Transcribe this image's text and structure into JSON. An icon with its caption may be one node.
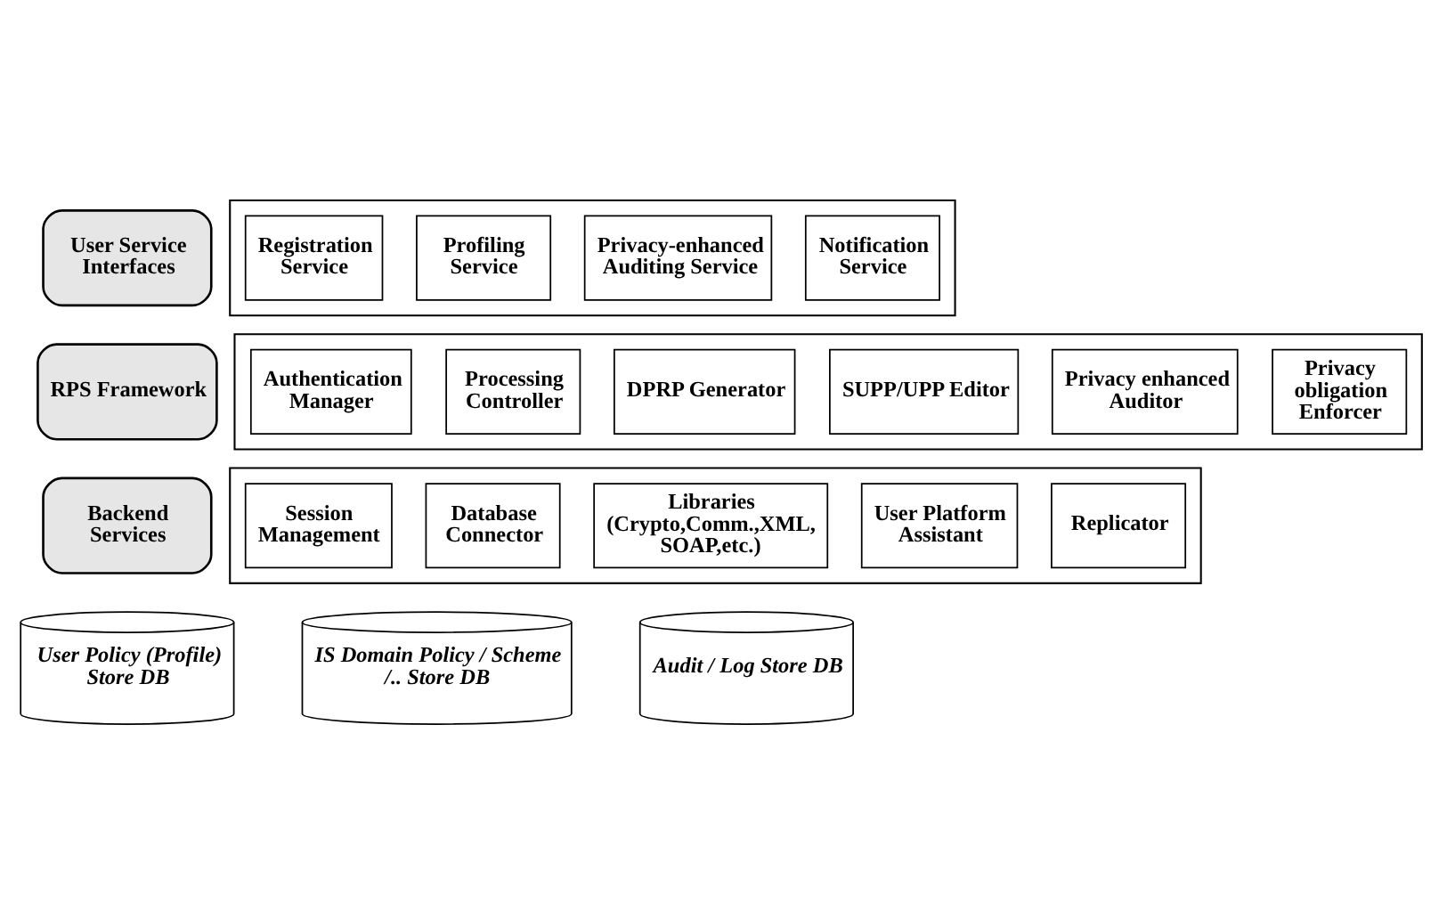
{
  "diagram": {
    "nodes": [
      {
        "text": [
          "User Service Interfaces"
        ]
      },
      {
        "text": [],
        "shape": "box"
      },
      {
        "text": [
          "Registration Service"
        ],
        "in": 1
      },
      {
        "text": [
          "Profiling Service"
        ],
        "in": 1
      },
      {
        "text": [
          "Privacy-enhanced Auditing Service"
        ],
        "in": 1
      },
      {
        "text": [
          "Notification Service"
        ],
        "in": 1
      },
      {
        "text": [
          "RPS Framework"
        ]
      },
      {
        "text": [],
        "shape": "box"
      },
      {
        "text": [
          "Authentication Manager"
        ],
        "in": 7
      },
      {
        "text": [
          "Processing Controller"
        ],
        "in": 7
      },
      {
        "text": [
          "DPRP Generator"
        ],
        "in": 7
      },
      {
        "text": [
          "SUPP/UPP Editor"
        ],
        "in": 7
      },
      {
        "text": [
          "Privacy enhanced Auditor"
        ],
        "in": 7
      },
      {
        "text": [
          "Privacy obligation Enforcer"
        ],
        "in": 7
      },
      {
        "text": [
          "Backend Services"
        ]
      },
      {
        "text": [],
        "shape": "box"
      },
      {
        "text": [
          "Session Management"
        ],
        "in": 15
      },
      {
        "text": [
          "Database Connector"
        ],
        "in": 15
      },
      {
        "text": [
          "Libraries (Crypto,Comm.,XML, SOAP,etc.)"
        ],
        "in": 15
      },
      {
        "text": [
          "User Platform Assistant"
        ],
        "in": 15
      },
      {
        "text": [
          "Replicator"
        ],
        "in": 15
      },
      {
        "text": [
          "User Policy (Profile) Store DB"
        ]
      },
      {
        "text": [
          "IS Domain Policy / Scheme /.. Store DB"
        ]
      },
      {
        "text": [
          "Audit / Log Store DB"
        ]
      }
    ],
    "edges": []
  }
}
